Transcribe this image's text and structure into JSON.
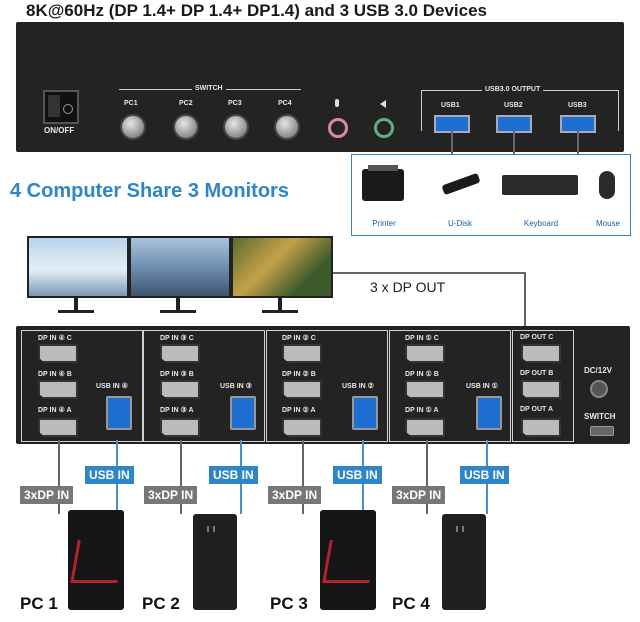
{
  "headline": "8K@60Hz (DP 1.4+ DP 1.4+ DP1.4) and 3 USB 3.0 Devices",
  "front_panel": {
    "power_label": "ON/OFF",
    "switch_label": "SWITCH",
    "pc_buttons": [
      "PC1",
      "PC2",
      "PC3",
      "PC4"
    ],
    "usb_output_label": "USB3.0 OUTPUT",
    "usb_ports": [
      "USB1",
      "USB2",
      "USB3"
    ]
  },
  "share_title": "4 Computer Share 3 Monitors",
  "peripherals": [
    "Printer",
    "U-Disk",
    "Keyboard",
    "Mouse"
  ],
  "dp_out_caption": "3 x DP OUT",
  "rear_panel": {
    "sections": [
      {
        "ports": [
          "DP IN ④ C",
          "DP IN ④ B",
          "DP IN ④ A"
        ],
        "usb": "USB IN ④"
      },
      {
        "ports": [
          "DP IN ③ C",
          "DP IN ③ B",
          "DP IN ③ A"
        ],
        "usb": "USB IN ③"
      },
      {
        "ports": [
          "DP IN ② C",
          "DP IN ② B",
          "DP IN ② A"
        ],
        "usb": "USB IN ②"
      },
      {
        "ports": [
          "DP IN ① C",
          "DP IN ① B",
          "DP IN ① A"
        ],
        "usb": "USB IN ①"
      }
    ],
    "outputs": [
      "DP OUT C",
      "DP OUT B",
      "DP OUT A"
    ],
    "power": "DC/12V",
    "switch": "SWITCH"
  },
  "connections": [
    {
      "usb": "USB IN",
      "dp": "3xDP IN",
      "pc": "PC 1"
    },
    {
      "usb": "USB IN",
      "dp": "3xDP IN",
      "pc": "PC 2"
    },
    {
      "usb": "USB IN",
      "dp": "3xDP IN",
      "pc": "PC 3"
    },
    {
      "usb": "USB IN",
      "dp": "3xDP IN",
      "pc": "PC 4"
    }
  ],
  "icons": {
    "mic": "microphone-icon",
    "speaker": "speaker-icon"
  }
}
